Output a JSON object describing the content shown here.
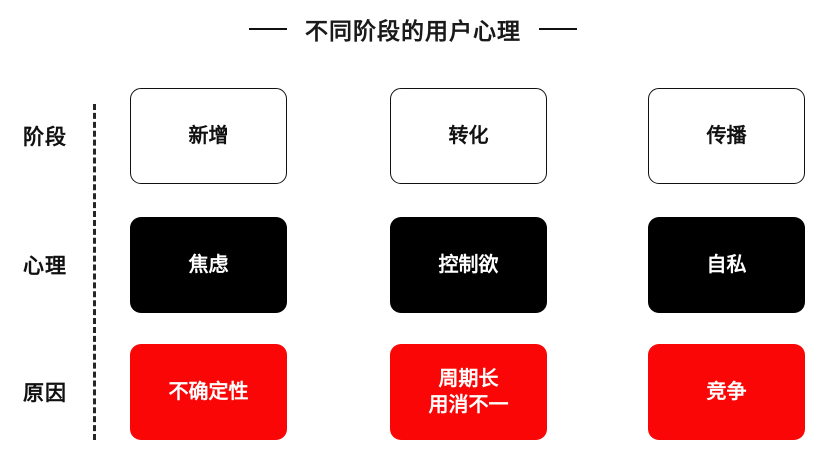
{
  "title": {
    "text": "不同阶段的用户心理",
    "left_rule": "horizontal-rule",
    "right_rule": "horizontal-rule"
  },
  "divider": {
    "style": "dashed-vertical",
    "color": "#262626"
  },
  "colors": {
    "red": "#fb0606",
    "black": "#000000",
    "white": "#ffffff",
    "text_dark": "#111111"
  },
  "rows": [
    {
      "label": "阶段",
      "variant": "outline",
      "cards": [
        {
          "text": "新增"
        },
        {
          "text": "转化"
        },
        {
          "text": "传播"
        }
      ]
    },
    {
      "label": "心理",
      "variant": "dark",
      "cards": [
        {
          "text": "焦虑"
        },
        {
          "text": "控制欲"
        },
        {
          "text": "自私"
        }
      ]
    },
    {
      "label": "原因",
      "variant": "red",
      "cards": [
        {
          "text": "不确定性"
        },
        {
          "text": "周期长\n用消不一"
        },
        {
          "text": "竞争"
        }
      ]
    }
  ]
}
